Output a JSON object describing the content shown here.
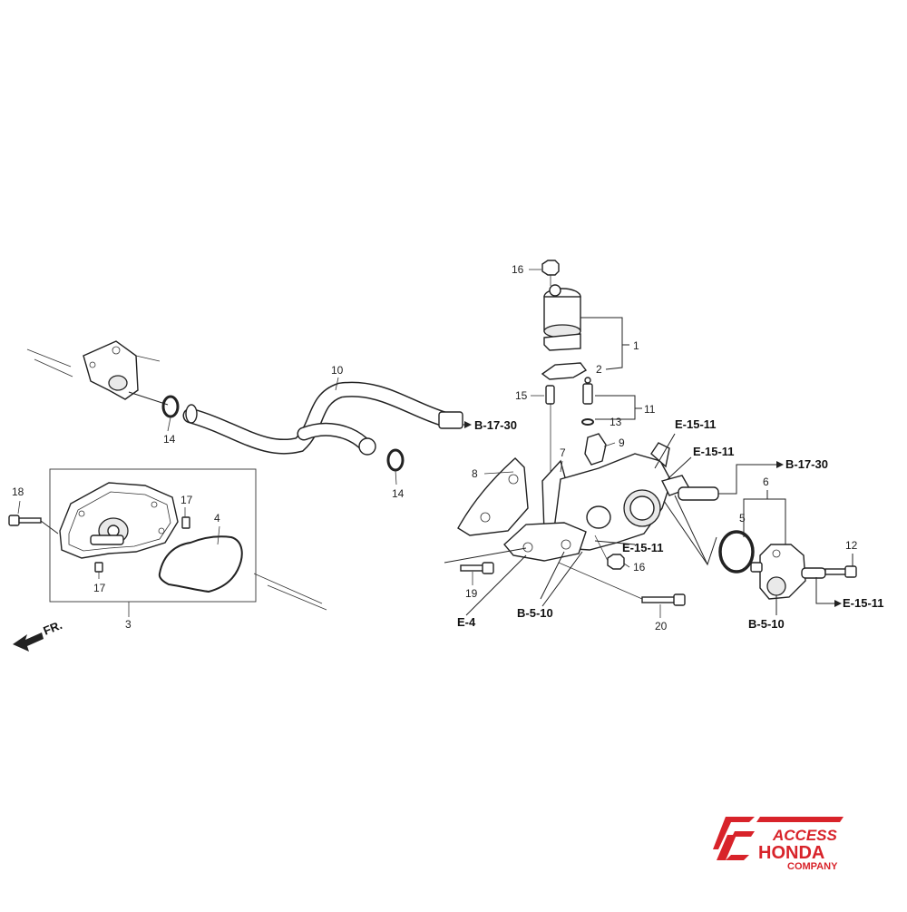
{
  "callouts": {
    "c1": "1",
    "c2": "2",
    "c3": "3",
    "c4": "4",
    "c5": "5",
    "c6": "6",
    "c7": "7",
    "c8": "8",
    "c9": "9",
    "c10": "10",
    "c11": "11",
    "c12": "12",
    "c13": "13",
    "c14a": "14",
    "c14b": "14",
    "c15": "15",
    "c16a": "16",
    "c16b": "16",
    "c17a": "17",
    "c17b": "17",
    "c18": "18",
    "c19": "19",
    "c20": "20"
  },
  "references": {
    "b1730_pipe": "B-17-30",
    "b1730_right": "B-17-30",
    "e1511_top": "E-15-11",
    "e1511_mid": "E-15-11",
    "e1511_lower": "E-15-11",
    "e1511_right": "E-15-11",
    "b510_center": "B-5-10",
    "b510_right": "B-5-10",
    "e4": "E-4"
  },
  "direction_label": "FR.",
  "brand": {
    "line1": "ACCESS",
    "line2": "HONDA",
    "line3": "COMPANY",
    "color": "#d8232a"
  }
}
